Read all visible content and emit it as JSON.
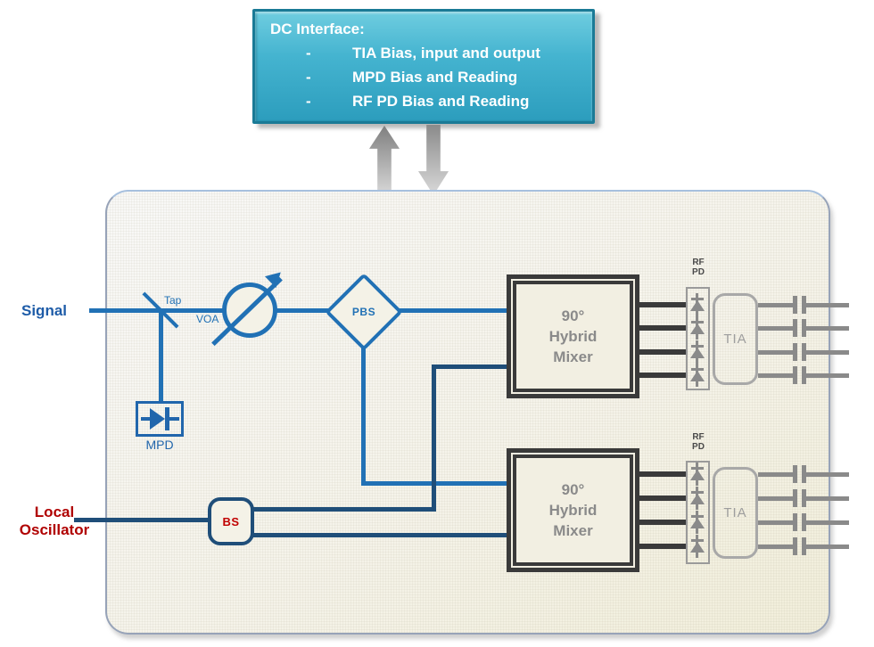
{
  "dc_interface": {
    "title": "DC Interface:",
    "bullet": "-",
    "items": [
      "TIA Bias, input and output",
      "MPD Bias and Reading",
      "RF PD Bias and Reading"
    ]
  },
  "inputs": {
    "signal": "Signal",
    "lo_line1": "Local",
    "lo_line2": "Oscillator"
  },
  "components": {
    "tap": "Tap",
    "voa": "VOA",
    "mpd": "MPD",
    "pbs": "PBS",
    "bs": "BS",
    "mixer_line1": "90°",
    "mixer_line2": "Hybrid",
    "mixer_line3": "Mixer",
    "rf_pd_line1": "RF",
    "rf_pd_line2": "PD",
    "tia": "TIA"
  },
  "colors": {
    "signal_blue": "#2171B5",
    "lo_navy": "#1F4E79",
    "label_red": "#B00000",
    "teal_box": "#3FB2CD",
    "mixer_border": "#3A3A3A",
    "mixer_text_gray": "#8A8A8A",
    "rf_chain_gray": "#8A8A8A"
  }
}
